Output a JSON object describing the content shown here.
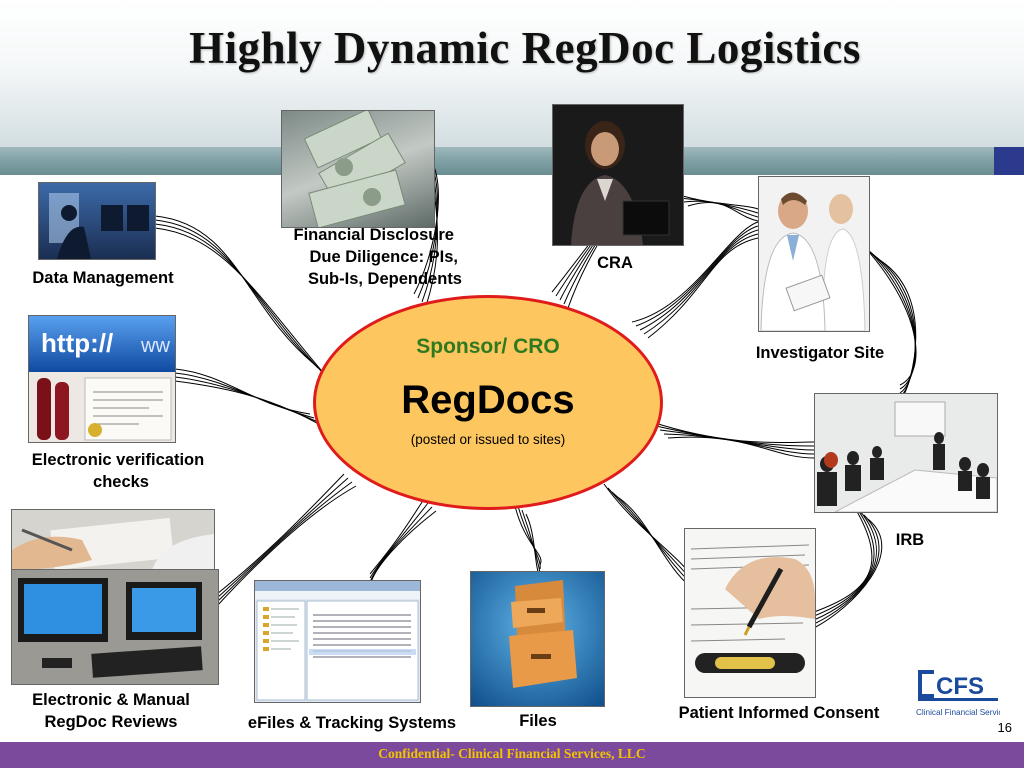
{
  "slide": {
    "title": "Highly Dynamic RegDoc Logistics",
    "page_number": "16",
    "footer": "Confidential- Clinical Financial Services, LLC"
  },
  "center": {
    "subtitle": "Sponsor/ CRO",
    "title": "RegDocs",
    "note": "(posted or issued to sites)"
  },
  "nodes": {
    "data_management": "Data Management",
    "financial_disclosure": [
      "Financial Disclosure",
      "Due Diligence: PIs,",
      "Sub-Is, Dependents"
    ],
    "cra": "CRA",
    "investigator_site": "Investigator Site",
    "electronic_verification": [
      "Electronic verification",
      "checks"
    ],
    "irb": "IRB",
    "manual_reviews": [
      "Electronic & Manual",
      "RegDoc Reviews"
    ],
    "efiles": "eFiles & Tracking Systems",
    "files": "Files",
    "patient_consent": "Patient Informed Consent"
  },
  "logo": {
    "mark": "CFS",
    "name": "Clinical Financial Services"
  },
  "colors": {
    "ellipse_fill": "#fdc65e",
    "ellipse_border": "#e01b1b",
    "subtitle": "#2f7a1f",
    "footer_bg": "#7b4a9d",
    "footer_text": "#f2c400",
    "accent_blue": "#2b3a8c"
  }
}
